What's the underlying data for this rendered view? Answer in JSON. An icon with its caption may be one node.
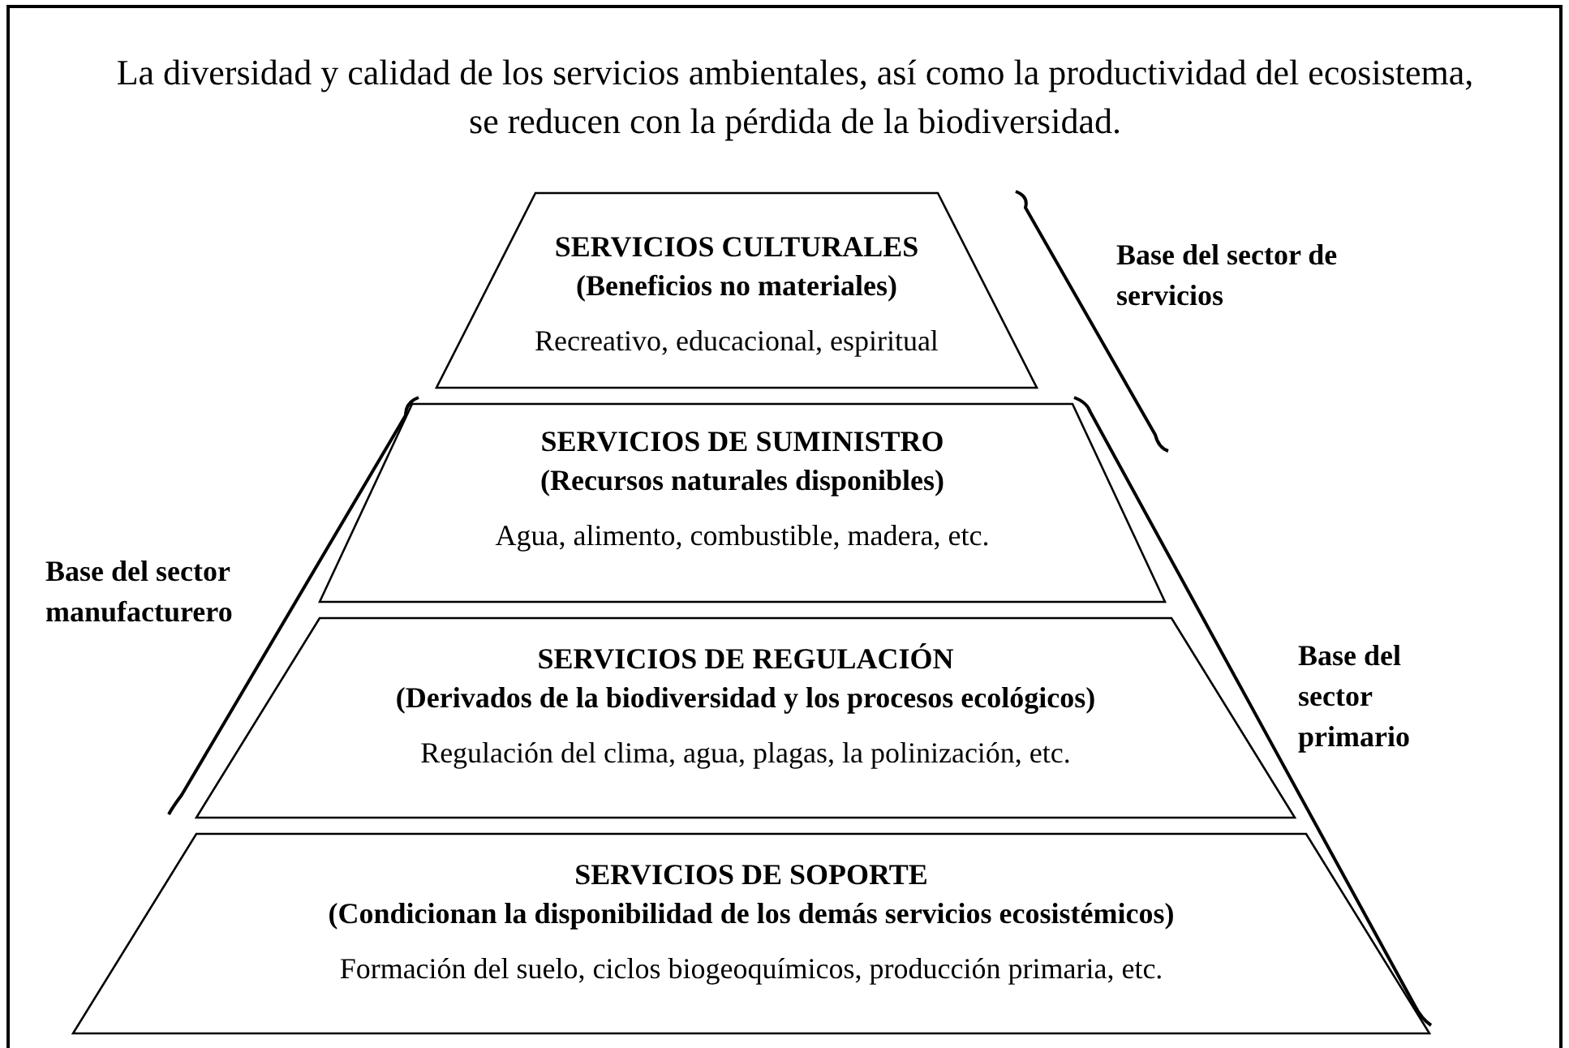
{
  "diagram": {
    "title": "La diversidad y calidad de los servicios ambientales, así como la productividad del ecosistema, se reducen con la pérdida de la biodiversidad.",
    "nodes": [
      {
        "text": [
          "SERVICIOS CULTURALES",
          "(Beneficios no materiales)",
          "Recreativo, educacional, espiritual"
        ]
      },
      {
        "text": [
          "SERVICIOS DE SUMINISTRO",
          "(Recursos naturales disponibles)",
          "Agua, alimento, combustible, madera, etc."
        ]
      },
      {
        "text": [
          "SERVICIOS DE REGULACIÓN",
          "(Derivados de la biodiversidad y los procesos ecológicos)",
          "Regulación del clima, agua, plagas, la polinización, etc."
        ]
      },
      {
        "text": [
          "SERVICIOS DE SOPORTE",
          "(Condicionan la disponibilidad de los demás servicios ecosistémicos)",
          "Formación del suelo, ciclos biogeoquímicos, producción primaria, etc."
        ]
      }
    ],
    "edges": [],
    "labels": [
      "Base del sector de servicios",
      "Base del sector manufacturero",
      "Base del sector primario"
    ]
  }
}
